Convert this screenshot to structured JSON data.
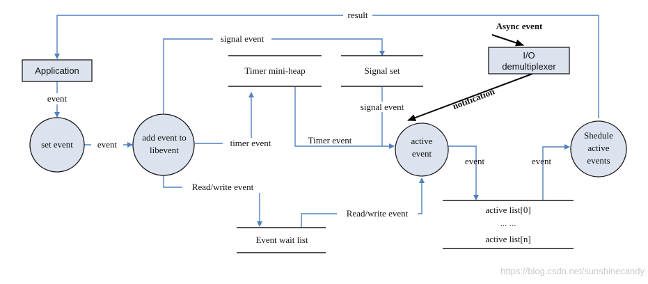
{
  "labels": {
    "result": "result",
    "async_event": "Async event",
    "application": "Application",
    "event_app": "event",
    "set_event_line1": "set event",
    "event_mid": "event",
    "add_event_line1": "add event to",
    "add_event_line2": "libevent",
    "signal_event_top": "signal event",
    "timer_heap": "Timer mini-heap",
    "signal_set": "Signal set",
    "io_line1": "I/O",
    "io_line2": "demultiplexer",
    "notification": "notification",
    "signal_event_side": "signal event",
    "timer_event_left": "timer event",
    "timer_event_right": "Timer event",
    "active_event_line1": "active",
    "active_event_line2": "event",
    "event_to_list": "event",
    "event_from_list": "event",
    "schedule_line1": "Shedule",
    "schedule_line2": "active",
    "schedule_line3": "events",
    "rw_event_left": "Read/write event",
    "rw_event_right": "Read/write event",
    "wait_list": "Event wait list",
    "active_list_0": "active list[0]",
    "active_list_dots": "... ...",
    "active_list_n": "active list[n]",
    "watermark": "https://blog.csdn.net/sunshinecandy"
  },
  "colors": {
    "flow": "#4f81bd",
    "node_fill": "#dce3ef",
    "ink": "#1a1a1a"
  }
}
